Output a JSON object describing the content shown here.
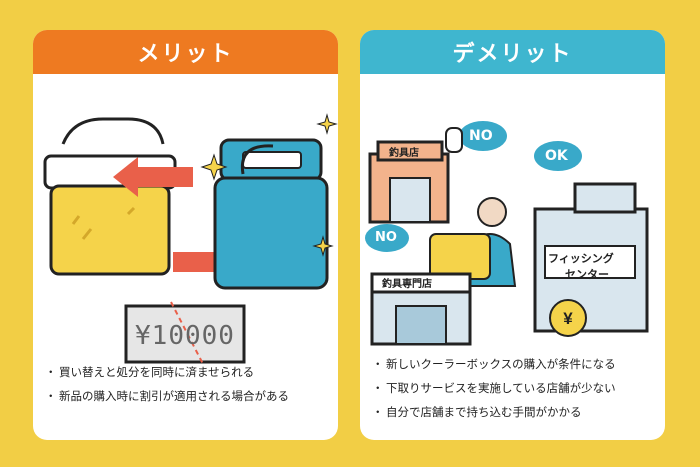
{
  "merit": {
    "title": "メリット",
    "price_tag": "¥10000",
    "bullets": [
      "買い替えと処分を同時に済ませられる",
      "新品の購入時に割引が適用される場合がある"
    ]
  },
  "demerit": {
    "title": "デメリット",
    "shop1_sign": "釣具店",
    "shop2_sign": "釣具専門店",
    "center_sign_line1": "フィッシング",
    "center_sign_line2": "センター",
    "bubble_no": "NO",
    "bubble_ok": "OK",
    "bullets": [
      "新しいクーラーボックスの購入が条件になる",
      "下取りサービスを実施している店舗が少ない",
      "自分で店舗まで持ち込む手間がかかる"
    ]
  },
  "colors": {
    "background": "#F2CE45",
    "merit_header": "#EE7A21",
    "demerit_header": "#3FB6CF",
    "arrow": "#E9604A",
    "cooler_yellow": "#F5D34A",
    "cooler_blue": "#39A9C9"
  }
}
